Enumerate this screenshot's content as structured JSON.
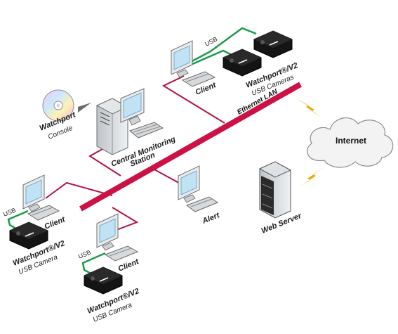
{
  "colors": {
    "lan": "#cc1146",
    "usb_cable": "#1a9a4a",
    "link": "#b3123f",
    "lightning": "#f0a500",
    "monitor_screen": "#bfe3f5"
  },
  "labels": {
    "ethernet_lan": "Ethernet LAN",
    "internet": "Internet",
    "web_server": "Web Server",
    "alert": "Alert",
    "central_station_l1": "Central Monitoring",
    "central_station_l2": "Station",
    "console_l1": "Watchport",
    "console_l2": "Console",
    "top_client": "Client",
    "top_cam_l1": "Watchport®/V2",
    "top_cam_l2": "USB Cameras",
    "left_client": "Client",
    "left_cam_l1": "Watchport®/V2",
    "left_cam_l2": "USB Camera",
    "bottom_client": "Client",
    "bottom_cam_l1": "Watchport®/V2",
    "bottom_cam_l2": "USB Camera",
    "usb": "USB"
  }
}
